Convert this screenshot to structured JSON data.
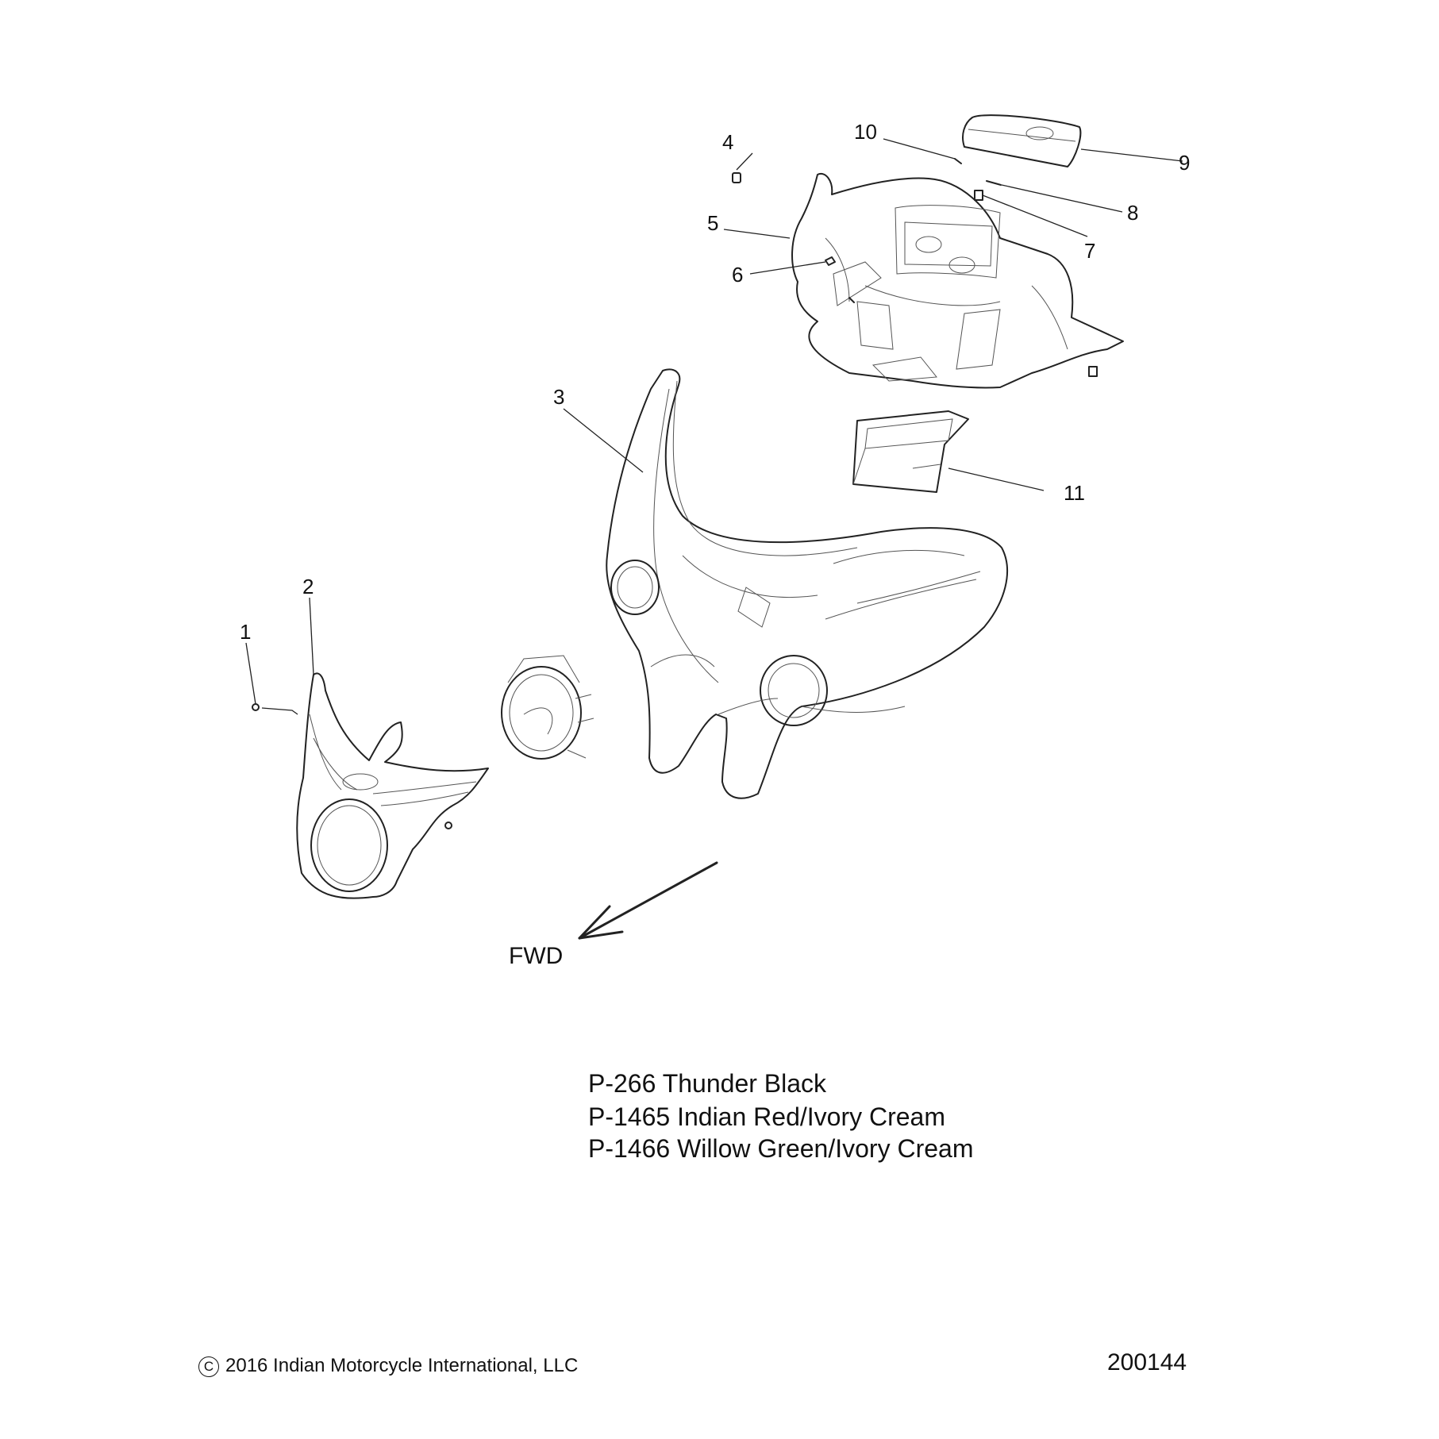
{
  "callouts": [
    {
      "num": "1"
    },
    {
      "num": "2"
    },
    {
      "num": "3"
    },
    {
      "num": "4"
    },
    {
      "num": "5"
    },
    {
      "num": "6"
    },
    {
      "num": "7"
    },
    {
      "num": "8"
    },
    {
      "num": "9"
    },
    {
      "num": "10"
    },
    {
      "num": "11"
    }
  ],
  "direction_label": "FWD",
  "paint_codes": [
    "P-266  Thunder Black",
    "P-1465 Indian Red/Ivory Cream",
    "P-1466 Willow Green/Ivory Cream"
  ],
  "footer": {
    "copyright_symbol": "C",
    "copyright": "2016 Indian Motorcycle International, LLC",
    "diagram_number": "200144"
  }
}
